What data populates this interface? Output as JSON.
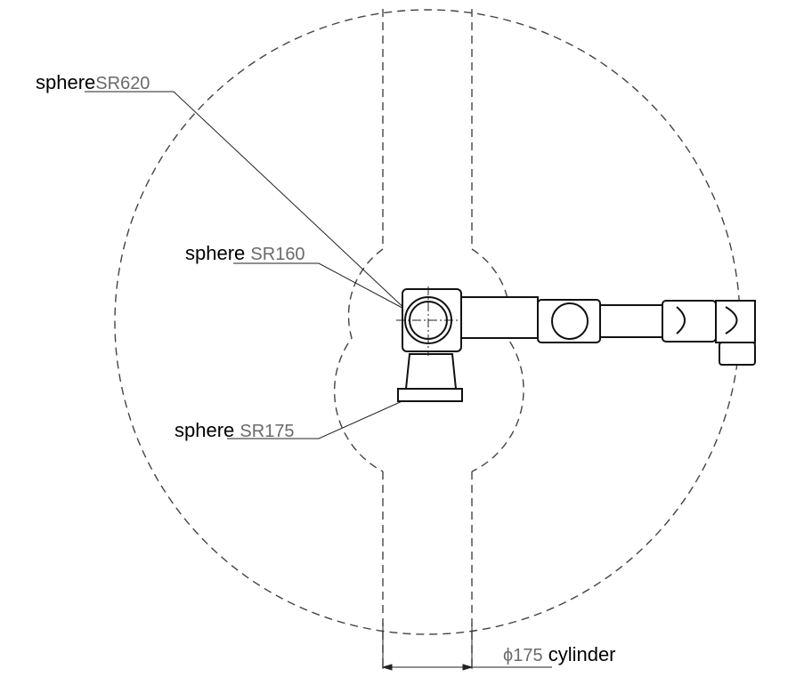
{
  "labels": {
    "outer": {
      "kind": "sphere",
      "dim": "SR620"
    },
    "shoulder": {
      "kind": "sphere",
      "dim": "SR160"
    },
    "base": {
      "kind": "sphere",
      "dim": "SR175"
    },
    "cylinder": {
      "dim": "ϕ175",
      "kind": "cylinder"
    }
  },
  "colors": {
    "line": "#222222",
    "dashed": "#444444",
    "dim_text": "#6a6a6a"
  }
}
